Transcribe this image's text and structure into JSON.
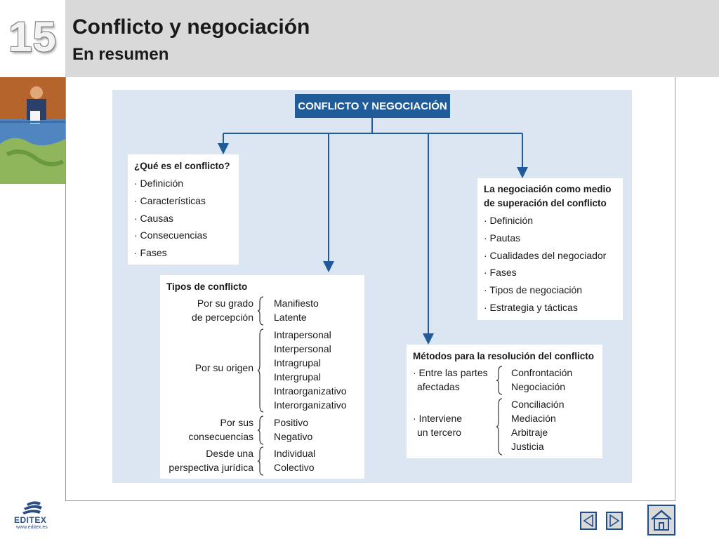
{
  "header": {
    "chapter_number": "15",
    "title": "Conflicto y negociación",
    "subtitle": "En resumen"
  },
  "diagram": {
    "root": "CONFLICTO Y NEGOCIACIÓN",
    "que_es": {
      "heading": "¿Qué es el conflicto?",
      "items": [
        "· Definición",
        "· Características",
        "· Causas",
        "· Consecuencias",
        "· Fases"
      ]
    },
    "tipos": {
      "heading": "Tipos de conflicto",
      "groups": [
        {
          "label_line1": "Por su grado",
          "label_line2": "de percepción",
          "values": [
            "Manifiesto",
            "Latente"
          ]
        },
        {
          "label_line1": "Por su origen",
          "label_line2": "",
          "values": [
            "Intrapersonal",
            "Interpersonal",
            "Intragrupal",
            "Intergrupal",
            "Intraorganizativo",
            "Interorganizativo"
          ]
        },
        {
          "label_line1": "Por sus",
          "label_line2": "consecuencias",
          "values": [
            "Positivo",
            "Negativo"
          ]
        },
        {
          "label_line1": "Desde una",
          "label_line2": "perspectiva jurídica",
          "values": [
            "Individual",
            "Colectivo"
          ]
        }
      ]
    },
    "negociacion": {
      "heading_line1": "La negociación como medio",
      "heading_line2": "de superación del conflicto",
      "items": [
        "· Definición",
        "· Pautas",
        "· Cualidades del negociador",
        "· Fases",
        "· Tipos de negociación",
        "· Estrategia y tácticas"
      ]
    },
    "metodos": {
      "heading": "Métodos para la resolución del conflicto",
      "groups": [
        {
          "label_line1": "· Entre las partes",
          "label_line2": "afectadas",
          "values": [
            "Confrontación",
            "Negociación"
          ]
        },
        {
          "label_line1": "· Interviene",
          "label_line2": "un tercero",
          "values": [
            "Conciliación",
            "Mediación",
            "Arbitraje",
            "Justicia"
          ]
        }
      ]
    }
  },
  "footer": {
    "logo_text": "EDITEX",
    "logo_url": "www.editex.es",
    "prev_icon": "triangle-left",
    "next_icon": "triangle-right",
    "home_icon": "house"
  },
  "colors": {
    "header_band": "#d9d9d9",
    "diagram_background": "#dce6f2",
    "root_box": "#1f5c99",
    "connector": "#1f5c99",
    "nav_border": "#1f4e8a"
  }
}
